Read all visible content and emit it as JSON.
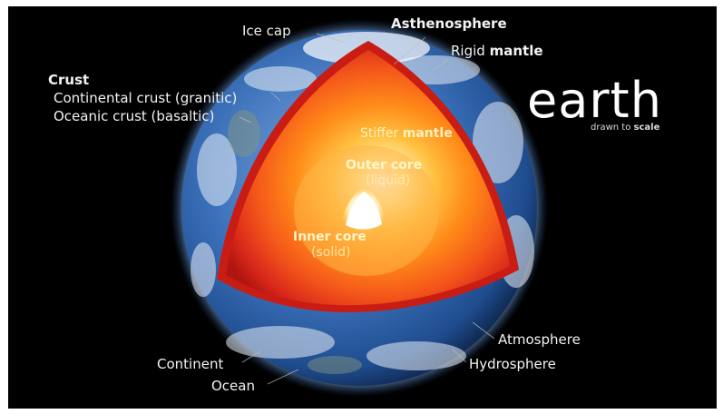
{
  "title": "earth",
  "subtitle_prefix": "drawn to",
  "subtitle_emph": "scale",
  "labels": {
    "ice_cap": "Ice cap",
    "asthenosphere": "Asthenosphere",
    "rigid_mantle_prefix": "Rigid",
    "rigid_mantle_emph": "mantle",
    "crust": "Crust",
    "continental_crust": "Continental crust (granitic)",
    "oceanic_crust": "Oceanic crust (basaltic)",
    "stiffer_mantle_prefix": "Stiffer",
    "stiffer_mantle_emph": "mantle",
    "outer_core": "Outer core",
    "outer_core_state": "(liquid)",
    "inner_core": "Inner core",
    "inner_core_state": "(solid)",
    "atmosphere": "Atmosphere",
    "hydrosphere": "Hydrosphere",
    "continent": "Continent",
    "ocean": "Ocean"
  },
  "colors": {
    "background": "#000000",
    "ocean_blue": "#2d5fa8",
    "cloud_white": "#e8eef6",
    "crust_red": "#d0201a",
    "mantle_orange": "#ff6a10",
    "outer_core_orange": "#ffa838",
    "inner_core_white": "#ffffff"
  }
}
